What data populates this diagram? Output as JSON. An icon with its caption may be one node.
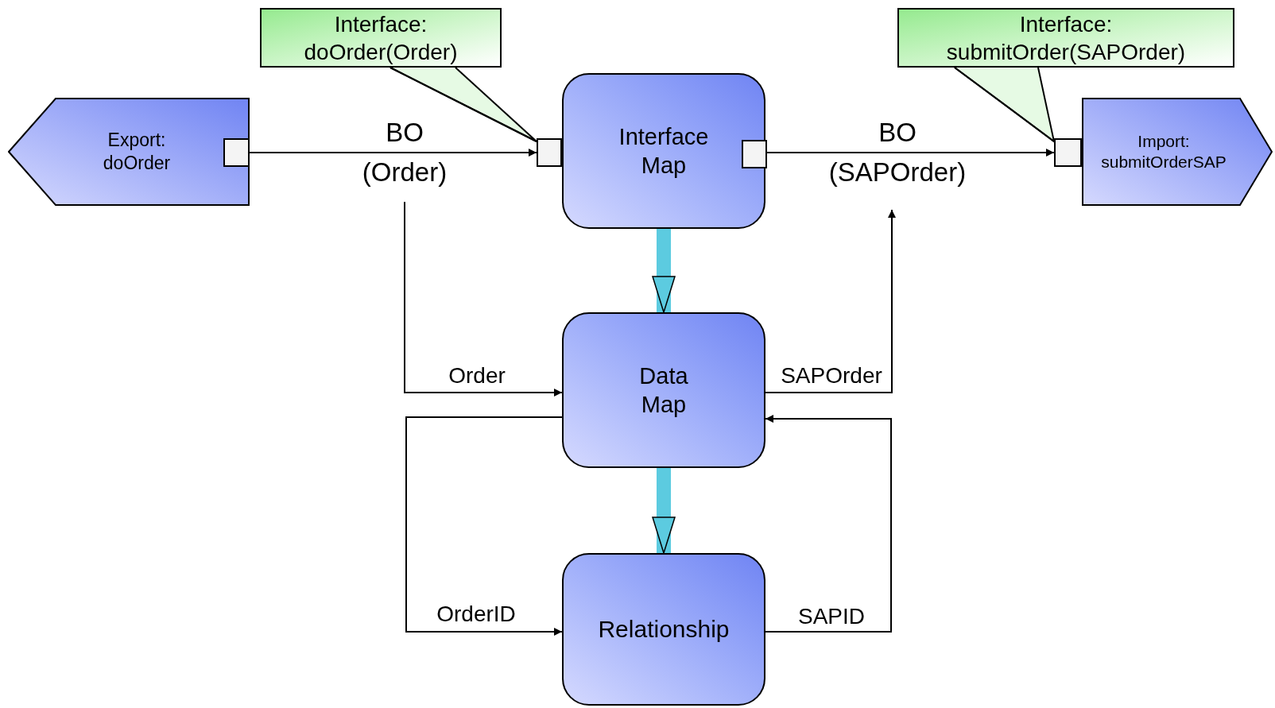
{
  "diagram": {
    "nodes": [
      {
        "text": [
          "Export: doOrder"
        ]
      },
      {
        "text": [],
        "shape": "box",
        "in": 0
      },
      {
        "text": [
          "Interface Map"
        ]
      },
      {
        "text": [],
        "shape": "box"
      },
      {
        "text": [],
        "shape": "box",
        "in": 2
      },
      {
        "text": [
          "Import: submitOrderSAP"
        ]
      },
      {
        "text": [],
        "shape": "box"
      },
      {
        "text": [
          "Interface: doOrder(Order)"
        ]
      },
      {
        "text": [
          "Interface: submitOrder(SAPOrder)"
        ]
      },
      {
        "text": [
          "Data Map"
        ]
      },
      {
        "text": [
          "Relationship"
        ]
      },
      {
        "text": [
          "BO (Order)"
        ]
      },
      {
        "text": [
          "BO (SAPOrder)"
        ]
      }
    ],
    "edges": [
      {
        "from": 1,
        "to": 3,
        "arrow": "to"
      },
      {
        "from": 4,
        "to": 6,
        "arrow": "to"
      },
      {
        "from": 7,
        "to": 3,
        "arrow": "none"
      },
      {
        "from": 8,
        "to": 6,
        "arrow": "none"
      },
      {
        "from": 2,
        "to": 9,
        "arrow": "to",
        "style": "thick",
        "color": "#5ccbe0"
      },
      {
        "from": 9,
        "to": 10,
        "arrow": "to",
        "style": "thick",
        "color": "#5ccbe0"
      },
      {
        "from": 11,
        "to": 9,
        "arrow": "to",
        "label": "Order"
      },
      {
        "from": 9,
        "to": 12,
        "arrow": "to",
        "label": "SAPOrder"
      },
      {
        "from": 9,
        "to": 10,
        "arrow": "to",
        "label": "OrderID"
      },
      {
        "from": 10,
        "to": 9,
        "arrow": "to",
        "label": "SAPID"
      }
    ]
  }
}
